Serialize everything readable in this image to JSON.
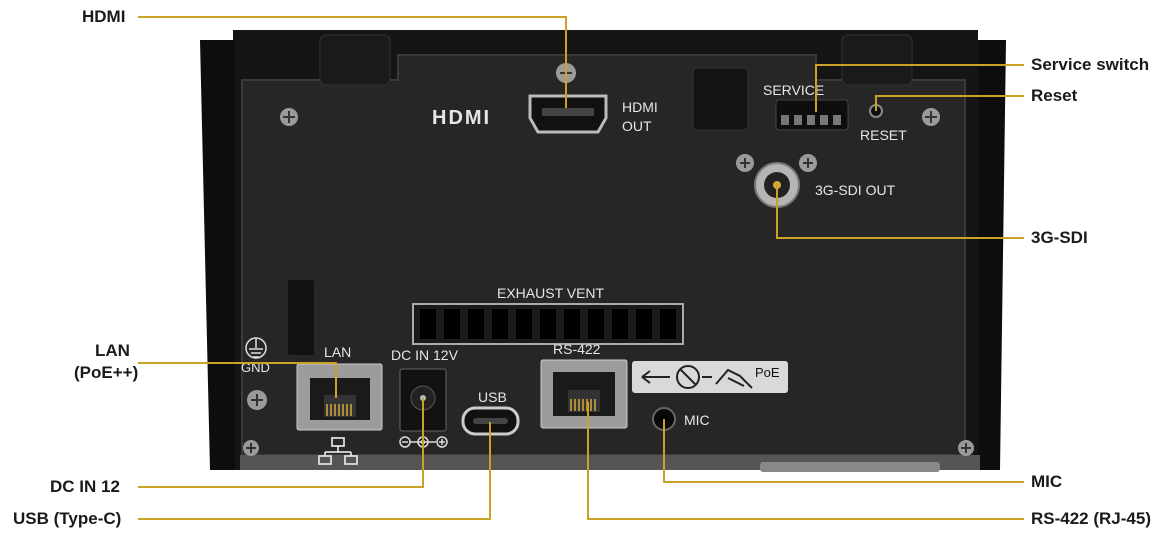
{
  "callouts": {
    "hdmi": "HDMI",
    "lan_line1": "LAN",
    "lan_line2": "(PoE++)",
    "dc_in": "DC IN 12",
    "usb": "USB (Type-C)",
    "service_switch": "Service switch",
    "reset": "Reset",
    "sdi": "3G-SDI",
    "mic": "MIC",
    "rs422": "RS-422 (RJ-45)"
  },
  "panel": {
    "hdmi_logo": "HDMI",
    "hdmi_out_1": "HDMI",
    "hdmi_out_2": "OUT",
    "service": "SERVICE",
    "reset": "RESET",
    "sdi_out": "3G-SDI OUT",
    "exhaust_vent": "EXHAUST VENT",
    "gnd": "GND",
    "lan": "LAN",
    "dc_in": "DC IN 12V",
    "usb": "USB",
    "rs422": "RS-422",
    "poe": "PoE",
    "mic": "MIC"
  },
  "colors": {
    "leader_line": "#c9a227",
    "panel_body": "#2a2a2a",
    "panel_face": "#232323",
    "chassis": "#131313"
  }
}
